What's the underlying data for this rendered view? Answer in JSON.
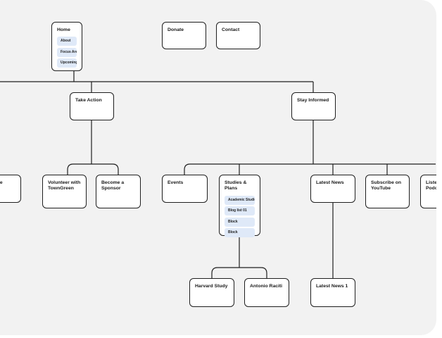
{
  "sitemap": {
    "nodes": [
      {
        "id": "home",
        "title": "Home",
        "subitems": [
          "About",
          "Focus Areas",
          "Upcoming Events"
        ]
      },
      {
        "id": "donate",
        "title": "Donate"
      },
      {
        "id": "contact",
        "title": "Contact"
      },
      {
        "id": "take-action",
        "title": "Take Action"
      },
      {
        "id": "stay-informed",
        "title": "Stay Informed"
      },
      {
        "id": "science",
        "title": "Science"
      },
      {
        "id": "volunteer",
        "title": "Volunteer with\nTownGreen"
      },
      {
        "id": "sponsor",
        "title": "Become a\nSponsor"
      },
      {
        "id": "events",
        "title": "Events"
      },
      {
        "id": "studies",
        "title": "Studies & Plans",
        "subitems": [
          "Academic Studies",
          "Blog list 01",
          "Block",
          "Block"
        ]
      },
      {
        "id": "latest-news",
        "title": "Latest News"
      },
      {
        "id": "youtube",
        "title": "Subscribe on\nYouTube"
      },
      {
        "id": "podcast",
        "title": "Listen to\nPodcast"
      },
      {
        "id": "harvard",
        "title": "Harvard Study"
      },
      {
        "id": "antonio",
        "title": "Antonio Raciti"
      },
      {
        "id": "latest-news-1",
        "title": "Latest News 1"
      }
    ]
  }
}
